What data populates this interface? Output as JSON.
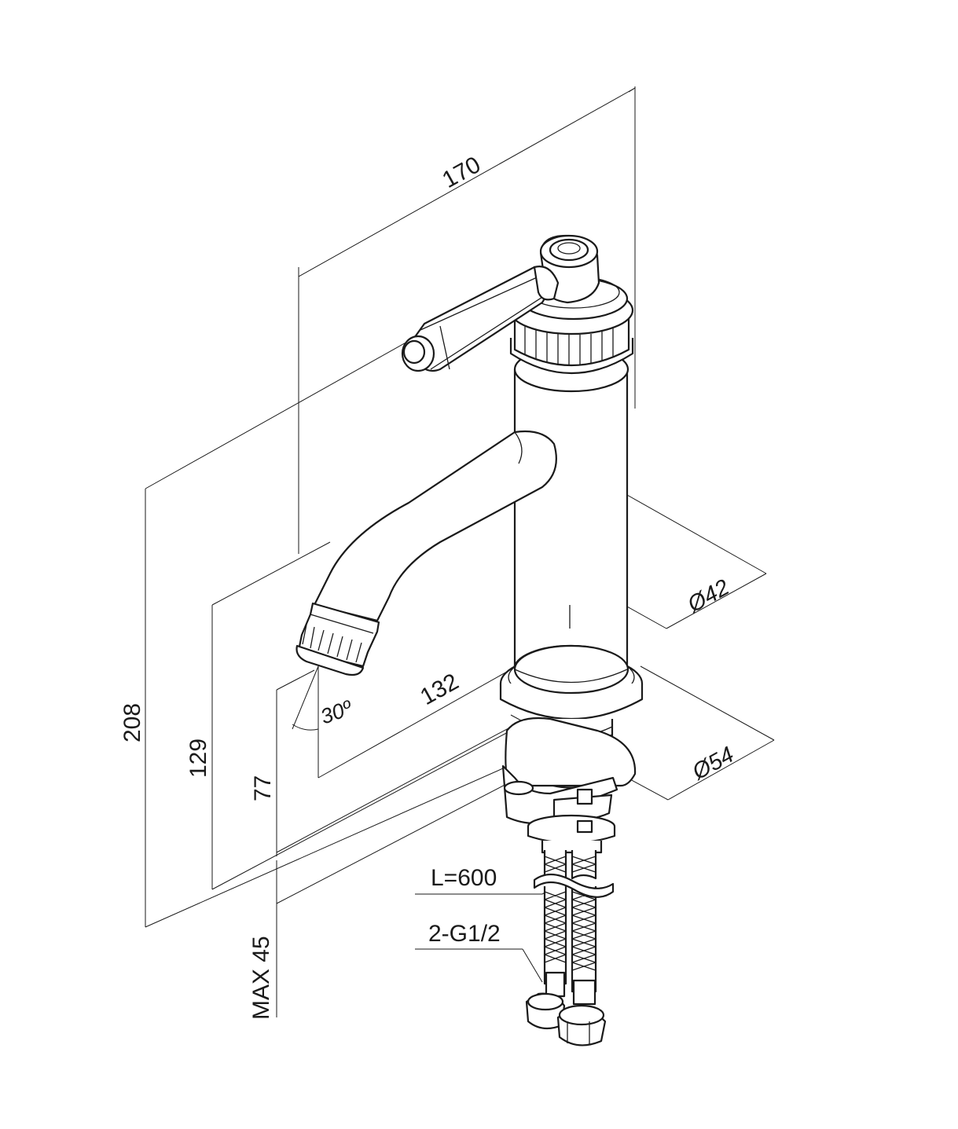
{
  "dimensions": {
    "length_total": "170",
    "height_total": "208",
    "spout_height": "129",
    "aerator_height": "77",
    "reach": "132",
    "angle": "30º",
    "body_diameter": "Ø42",
    "base_diameter": "Ø54",
    "max_counter_thickness": "MAX 45"
  },
  "callouts": {
    "hose_length": "L=600",
    "connection_thread": "2-G1/2"
  }
}
